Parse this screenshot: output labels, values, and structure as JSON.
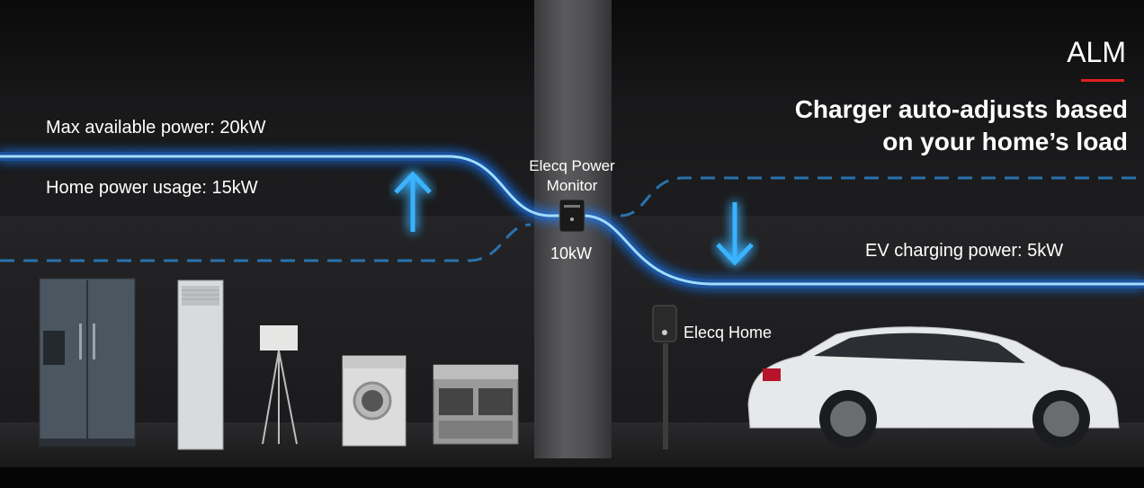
{
  "header": {
    "badge": "ALM",
    "headline_line1": "Charger auto-adjusts based",
    "headline_line2": "on your home’s load",
    "accent_color": "#e0201d"
  },
  "labels": {
    "max_power": "Max available power: 20kW",
    "home_usage": "Home power usage: 15kW",
    "monitor_line1": "Elecq Power",
    "monitor_line2": "Monitor",
    "monitor_value": "10kW",
    "ev_power": "EV charging power: 5kW",
    "charger_name": "Elecq Home"
  },
  "icons": {
    "up_arrow": "arrow-up-icon",
    "down_arrow": "arrow-down-icon"
  },
  "colors": {
    "power_line": "#2aa8ff",
    "glow": "#1e7bff",
    "dashed_line": "#1f5f8a"
  }
}
